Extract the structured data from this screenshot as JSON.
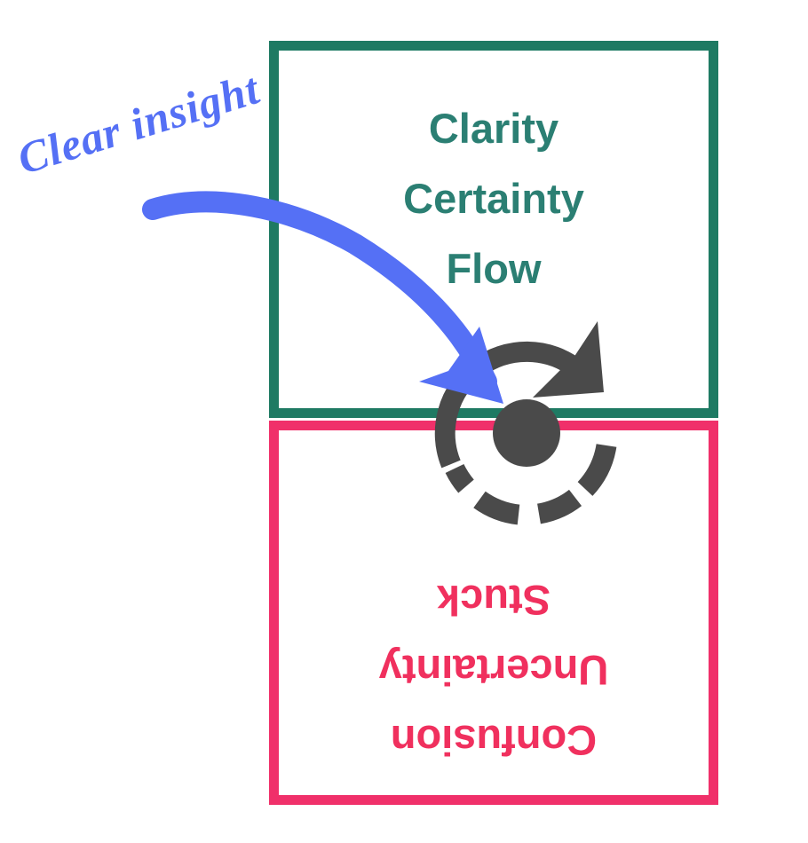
{
  "top_box": {
    "lines": [
      "Clarity",
      "Certainty",
      "Flow"
    ],
    "color": "#1e7a63"
  },
  "bottom_box": {
    "lines": [
      "Confusion",
      "Uncertainty",
      "Stuck"
    ],
    "color": "#f0306a"
  },
  "annotation": {
    "label": "Clear insight",
    "color": "#5570f5"
  },
  "icon": {
    "name": "cycle-arrow-icon",
    "color": "#4a4a4a"
  }
}
